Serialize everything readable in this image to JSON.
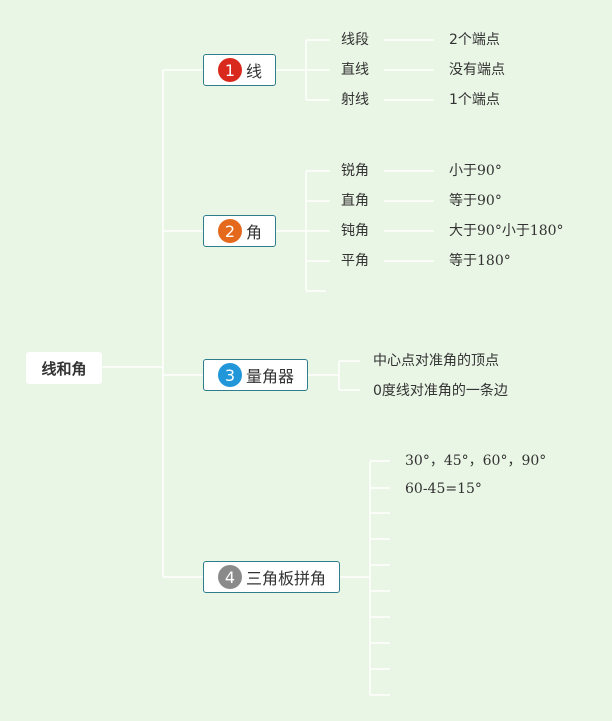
{
  "root": "线和角",
  "branches": [
    {
      "number": "1",
      "label": "线",
      "color": "#d9281c",
      "items": [
        {
          "name": "线段",
          "detail": "2个端点"
        },
        {
          "name": "直线",
          "detail": "没有端点"
        },
        {
          "name": "射线",
          "detail": "1个端点"
        }
      ]
    },
    {
      "number": "2",
      "label": "角",
      "color": "#e5691c",
      "items": [
        {
          "name": "锐角",
          "detail": "小于90°"
        },
        {
          "name": "直角",
          "detail": "等于90°"
        },
        {
          "name": "钝角",
          "detail": "大于90°小于180°"
        },
        {
          "name": "平角",
          "detail": "等于180°"
        }
      ]
    },
    {
      "number": "3",
      "label": "量角器",
      "color": "#2197d9",
      "items": [
        {
          "name": "中心点对准角的顶点"
        },
        {
          "name": "0度线对准角的一条边"
        }
      ]
    },
    {
      "number": "4",
      "label": "三角板拼角",
      "color": "#8a8a8a",
      "items": [
        {
          "name": "30°，45°，60°，90°"
        },
        {
          "name": "60-45=15°"
        }
      ]
    }
  ]
}
